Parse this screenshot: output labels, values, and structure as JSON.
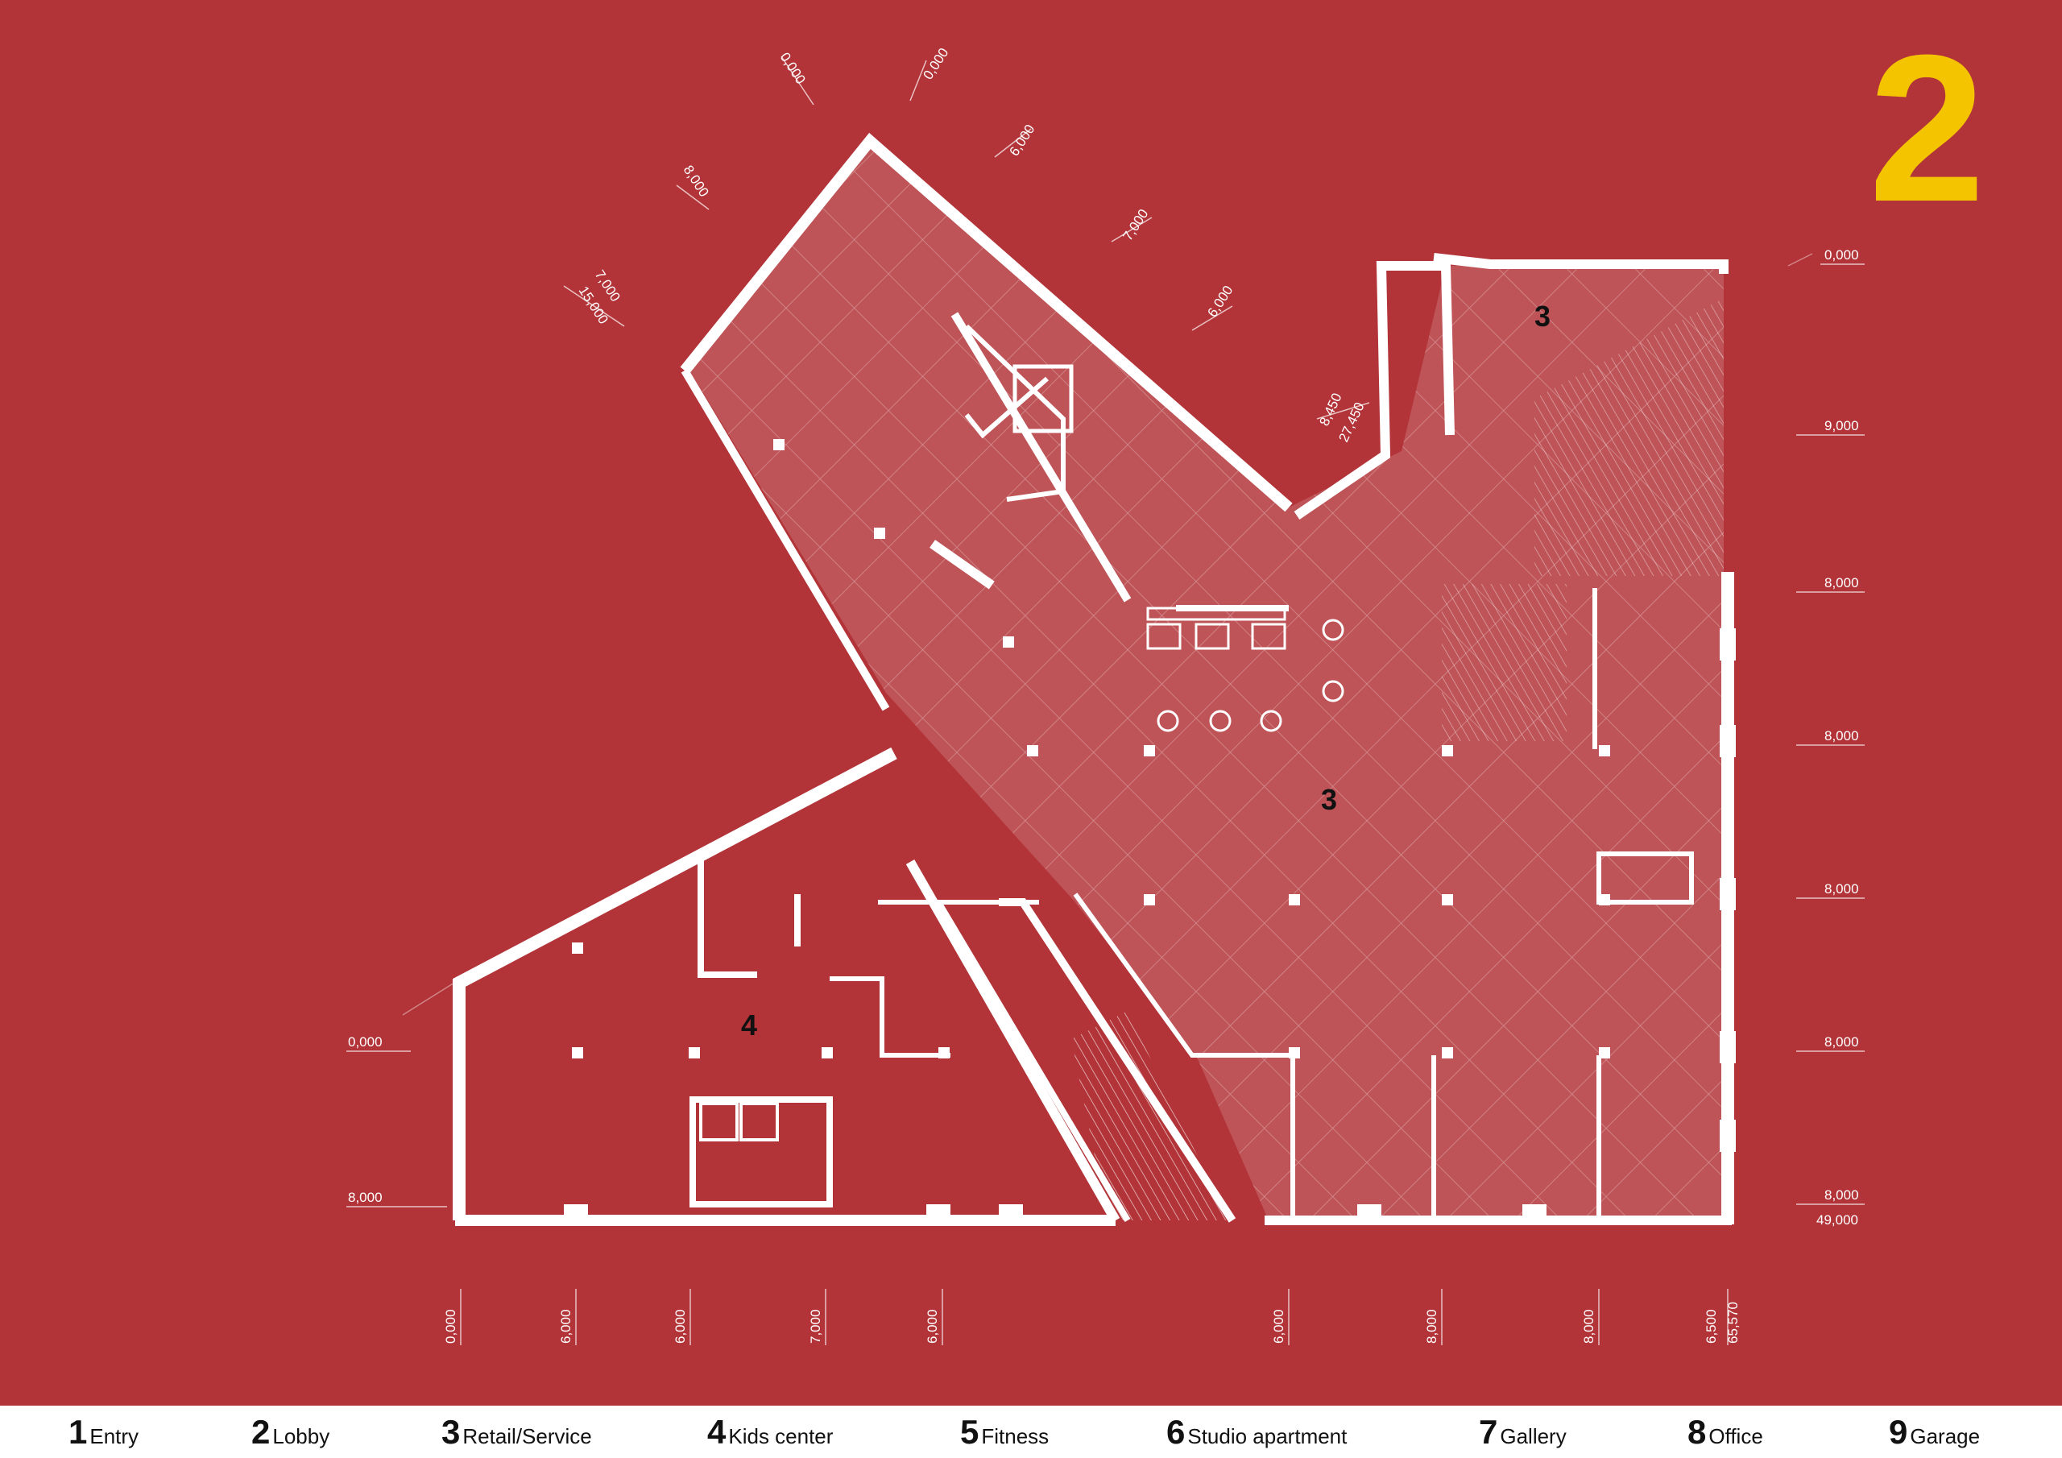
{
  "floor_number": "2",
  "colors": {
    "background": "#b23438",
    "accent": "#f5c400",
    "walls": "#ffffff",
    "legend_bg": "#ffffff"
  },
  "room_labels": [
    "3",
    "3",
    "4"
  ],
  "dimensions": {
    "top_angled": [
      "0,000",
      "0,000",
      "6,000",
      "8,000",
      "7,000",
      "7,000",
      "15,000",
      "6,000",
      "8,450",
      "27,450"
    ],
    "right": [
      "0,000",
      "9,000",
      "8,000",
      "8,000",
      "8,000",
      "8,000",
      "8,000",
      "49,000"
    ],
    "left": [
      "0,000",
      "8,000"
    ],
    "bottom": [
      "0,000",
      "6,000",
      "6,000",
      "7,000",
      "6,000",
      "6,000",
      "8,000",
      "8,000",
      "6,500",
      "65,570"
    ]
  },
  "legend": [
    {
      "num": "1",
      "label": "Entry"
    },
    {
      "num": "2",
      "label": "Lobby"
    },
    {
      "num": "3",
      "label": "Retail/Service"
    },
    {
      "num": "4",
      "label": "Kids  center"
    },
    {
      "num": "5",
      "label": "Fitness"
    },
    {
      "num": "6",
      "label": "Studio  apartment"
    },
    {
      "num": "7",
      "label": "Gallery"
    },
    {
      "num": "8",
      "label": "Office"
    },
    {
      "num": "9",
      "label": "Garage"
    }
  ]
}
